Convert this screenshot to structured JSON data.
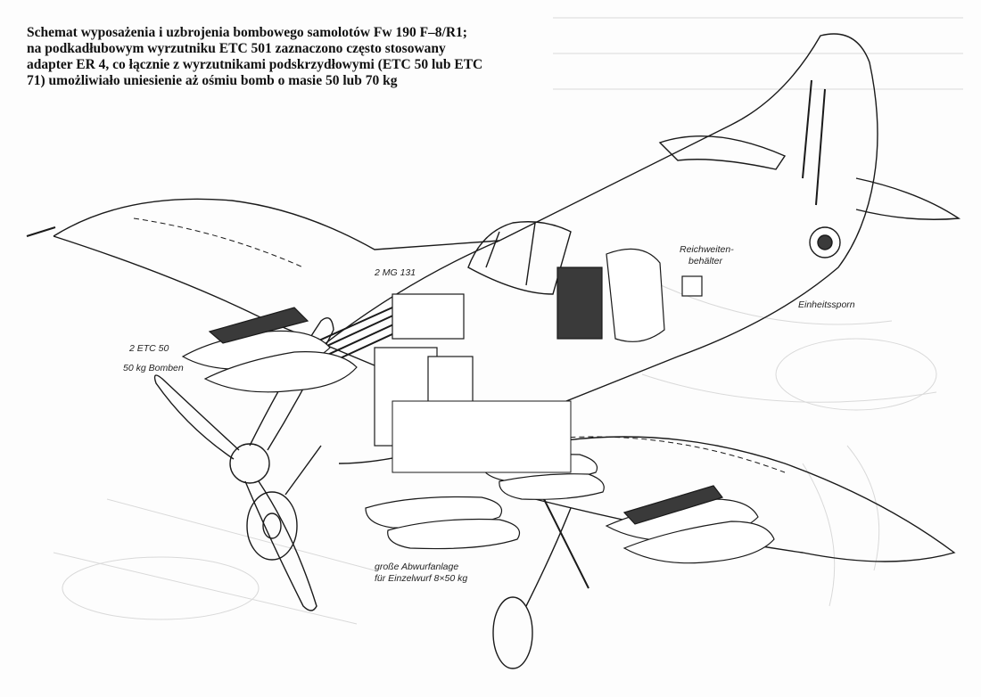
{
  "caption": {
    "lines": [
      "Schemat wyposażenia i uzbrojenia bombowego samolotów Fw 190 F–8/R1;",
      "na podkadłubowym wyrzutniku ETC 501 zaznaczono często stosowany",
      "adapter ER 4, co łącznie z wyrzutnikami podskrzydłowymi (ETC 50 lub ETC",
      "71) umożliwiało uniesienie aż ośmiu bomb o masie 50 lub 70 kg"
    ]
  },
  "labels": {
    "mg": "2 MG 131",
    "etc": "2 ETC 50",
    "bomben": "50 kg Bomben",
    "tank_line1": "Reichweiten-",
    "tank_line2": "behälter",
    "tailwheel": "Einheitssporn",
    "rack_line1": "große Abwurfanlage",
    "rack_line2": "für Einzelwurf 8×50 kg"
  },
  "colors": {
    "paper": "#fdfdfd",
    "ink": "#1a1a1a",
    "ghost": "#d9d9d9",
    "dark_fill": "#3a3a3a"
  }
}
